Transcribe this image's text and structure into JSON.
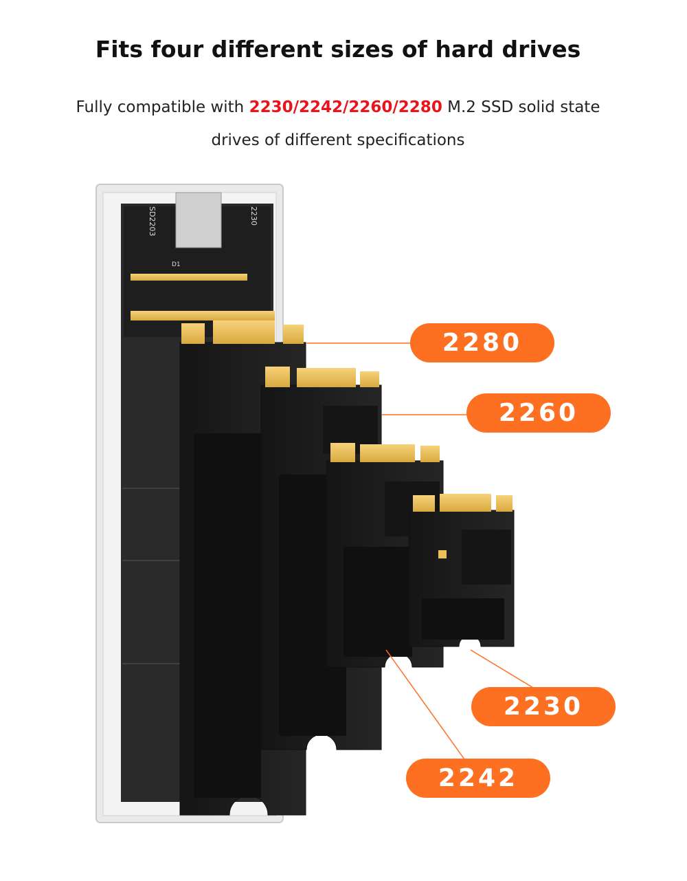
{
  "header": {
    "title": "Fits four different sizes of hard drives",
    "subtitle_pre": "Fully compatible with ",
    "subtitle_highlight": "2230/2242/2260/2280",
    "subtitle_post": " M.2 SSD solid state",
    "subtitle_line2": "drives of different specifications"
  },
  "colors": {
    "accent": "#fd6f21",
    "highlight": "#e8141b"
  },
  "pcb_labels": {
    "model": "SD2203",
    "size": "2230",
    "led": "D1"
  },
  "labels": {
    "l2280": "2280",
    "l2260": "2260",
    "l2230": "2230",
    "l2242": "2242"
  }
}
